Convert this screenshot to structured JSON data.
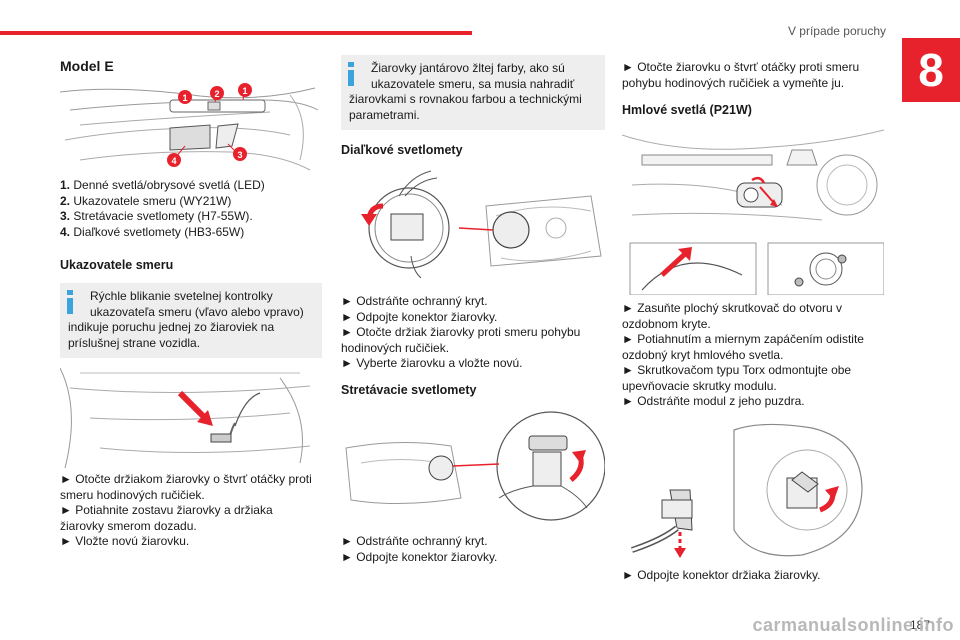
{
  "header": {
    "chapter_title": "V prípade poruchy",
    "chapter_number": "8",
    "page_number": "187"
  },
  "col1": {
    "model_title": "Model E",
    "figure1_badges": [
      "1",
      "2",
      "1",
      "4",
      "3"
    ],
    "list": [
      {
        "num": "1.",
        "text": "Denné svetlá/obrysové svetlá (LED)"
      },
      {
        "num": "2.",
        "text": "Ukazovatele smeru (WY21W)"
      },
      {
        "num": "3.",
        "text": "Stretávacie svetlomety (H7-55W)."
      },
      {
        "num": "4.",
        "text": "Diaľkové svetlomety (HB3-65W)"
      }
    ],
    "section_indicators": "Ukazovatele smeru",
    "info_box": {
      "line1": "Rýchle blikanie svetelnej kontrolky",
      "line2": "ukazovateľa smeru (vľavo alebo vpravo)",
      "line3": "indikuje poruchu jednej zo žiaroviek na",
      "line4": "príslušnej strane vozidla."
    },
    "steps": [
      "► Otočte držiakom žiarovky o štvrť otáčky proti",
      "smeru hodinových ručičiek.",
      "► Potiahnite zostavu žiarovky a držiaka",
      "žiarovky smerom dozadu.",
      "► Vložte novú žiarovku."
    ]
  },
  "col2": {
    "info_box": {
      "line1": "Žiarovky jantárovo žltej farby, ako sú",
      "line2": "ukazovatele smeru, sa musia nahradiť",
      "line3": "žiarovkami s rovnakou farbou a technickými",
      "line4": "parametrami."
    },
    "section_high_beam": "Diaľkové svetlomety",
    "steps_high_beam": [
      "► Odstráňte ochranný kryt.",
      "► Odpojte konektor žiarovky.",
      "► Otočte držiak žiarovky proti smeru pohybu",
      "hodinových ručičiek.",
      "► Vyberte žiarovku a vložte novú."
    ],
    "section_low_beam": "Stretávacie svetlomety",
    "steps_low_beam": [
      "► Odstráňte ochranný kryt.",
      "► Odpojte konektor žiarovky."
    ]
  },
  "col3": {
    "steps_top": [
      "► Otočte žiarovku o štvrť otáčky proti smeru",
      "pohybu hodinových ručičiek a vymeňte ju."
    ],
    "section_fog": "Hmlové svetlá (P21W)",
    "steps_fog": [
      "► Zasuňte plochý skrutkovač do otvoru v",
      "ozdobnom kryte.",
      "► Potiahnutím a miernym zapáčením odistite",
      "ozdobný kryt hmlového svetla.",
      "► Skrutkovačom typu Torx odmontujte obe",
      "upevňovacie skrutky modulu.",
      "► Odstráňte modul z jeho puzdra."
    ],
    "steps_bottom": [
      "► Odpojte konektor držiaka žiarovky."
    ]
  },
  "footer": {
    "watermark": "carmanualsonline.info"
  },
  "colors": {
    "accent_red": "#e8222c",
    "info_icon": "#3ba4dc",
    "info_bg": "#eeeeee"
  }
}
